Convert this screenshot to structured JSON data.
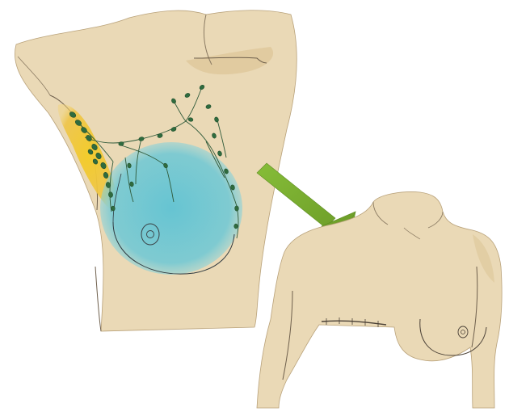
{
  "illustration": {
    "panels": [
      {
        "id": "before",
        "icon": "torso-with-breast-and-lymph-nodes"
      },
      {
        "id": "after",
        "icon": "torso-after-mastectomy"
      }
    ],
    "arrow_icon": "arrow-right-down",
    "colors": {
      "skin": "#ead9b6",
      "skin_shadow": "#d9c08e",
      "lymph_nodes": "#2f6b3e",
      "axilla_fat": "#f0c531",
      "breast_tissue": "#6cc8d6",
      "arrow": "#7fb233",
      "outline": "#4a4036"
    }
  }
}
